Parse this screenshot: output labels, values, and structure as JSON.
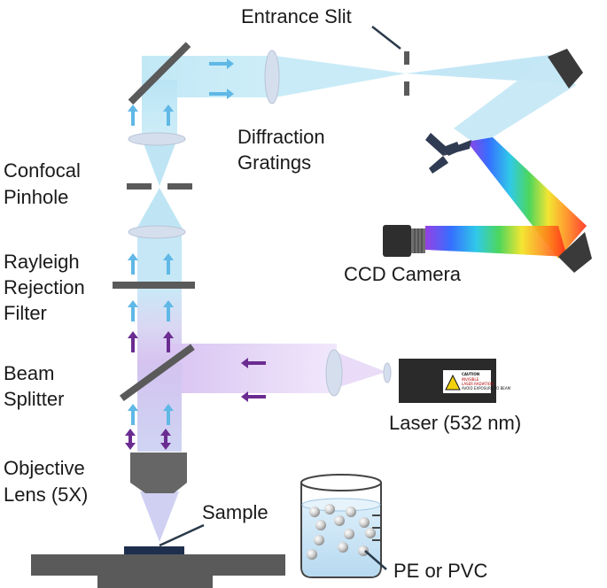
{
  "labels": {
    "entrance_slit": "Entrance Slit",
    "diffraction_line1": "Diffraction",
    "diffraction_line2": "Gratings",
    "confocal_line1": "Confocal",
    "confocal_line2": "Pinhole",
    "rayleigh_line1": "Rayleigh",
    "rayleigh_line2": "Rejection",
    "rayleigh_line3": "Filter",
    "beam_line1": "Beam",
    "beam_line2": "Splitter",
    "ccd_camera": "CCD Camera",
    "laser": "Laser (532 nm)",
    "objective_line1": "Objective",
    "objective_line2": "Lens (5X)",
    "sample": "Sample",
    "pe_pvc": "PE or PVC"
  },
  "laser_warning": {
    "title": "CAUTION",
    "line1": "INVISIBLE",
    "line2": "LASER RADIATION",
    "line3": "AVOID EXPOSURE TO BEAM"
  },
  "colors": {
    "collection_beam": "#bfe6f5",
    "laser_beam": "#dcc6f4",
    "blue_arrow": "#5fb8e6",
    "purple_arrow": "#6b2c91",
    "hardware": "#555555",
    "lens": "#d7e0ee"
  }
}
